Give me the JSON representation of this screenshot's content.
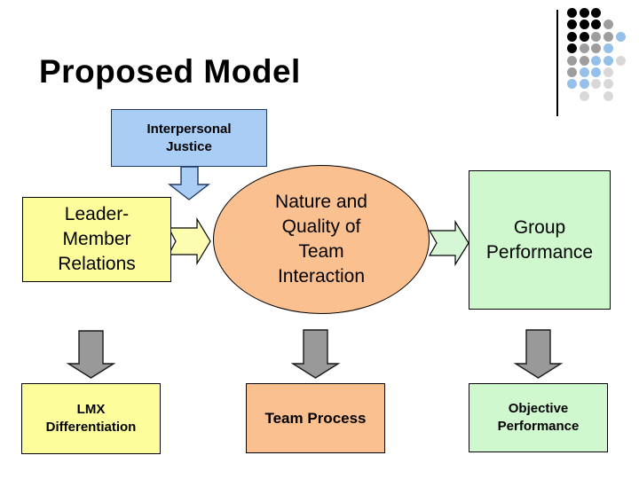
{
  "slide": {
    "title": "Proposed Model"
  },
  "nodes": {
    "interpersonal_justice": {
      "label": "Interpersonal\nJustice"
    },
    "leader_member_relations": {
      "label": "Leader-\nMember\nRelations"
    },
    "team_interaction": {
      "label": "Nature and\nQuality of\nTeam\nInteraction"
    },
    "group_performance": {
      "label": "Group\nPerformance"
    },
    "lmx_differentiation": {
      "label": "LMX\nDifferentiation"
    },
    "team_process": {
      "label": "Team Process"
    },
    "objective_performance": {
      "label": "Objective\nPerformance"
    }
  },
  "colors": {
    "blue_fill": "#A9CDF5",
    "blue_border": "#1F3864",
    "yellow_fill": "#FDFD9C",
    "yellow_arrow_fill": "#FDFDB0",
    "peach_fill": "#FAC090",
    "green_fill": "#CFF8CF",
    "green_arrow_fill": "#D5F7D5",
    "gray_arrow_fill": "#999999",
    "shape_border": "#000000",
    "dot_black": "#000000",
    "dot_gray": "#9D9D9D",
    "dot_blue": "#94C0EA",
    "dot_light": "#D8D8D8"
  },
  "decoration": {
    "dot_pattern": [
      [
        "K",
        "K",
        "K",
        "",
        ""
      ],
      [
        "K",
        "K",
        "K",
        "G",
        ""
      ],
      [
        "K",
        "K",
        "G",
        "G",
        "B"
      ],
      [
        "K",
        "G",
        "G",
        "B",
        ""
      ],
      [
        "G",
        "G",
        "B",
        "B",
        "L"
      ],
      [
        "G",
        "B",
        "B",
        "L",
        ""
      ],
      [
        "B",
        "B",
        "L",
        "L",
        ""
      ],
      [
        "",
        "L",
        "",
        "L",
        ""
      ]
    ]
  }
}
